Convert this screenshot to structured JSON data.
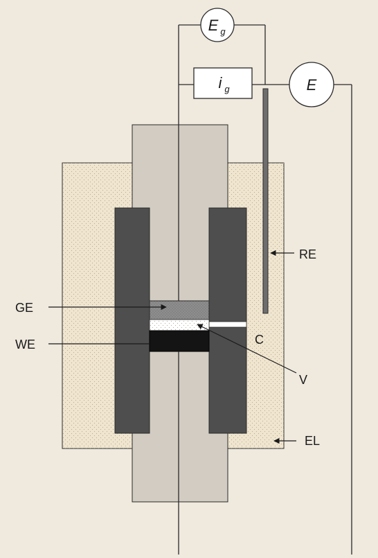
{
  "meters": {
    "potential_gap": {
      "symbol": "E",
      "subscript": "g"
    },
    "current_gap": {
      "symbol": "i",
      "subscript": "g"
    },
    "potential": {
      "symbol": "E"
    }
  },
  "labels": {
    "reference_electrode": "RE",
    "generator_electrode": "GE",
    "working_electrode": "WE",
    "cell": "C",
    "vacuum_gap": "V",
    "electrolyte": "EL"
  },
  "colors": {
    "background": "#efe9de",
    "electrolyte": "#f0e5cf",
    "electrode_holder": "#d2ccc2",
    "cell_wall": "#4e4e4e",
    "generator_electrode": "#8e8e8e",
    "working_electrode": "#141414",
    "reference_electrode": "#6e6e6e",
    "wire": "#2a2a2a"
  }
}
